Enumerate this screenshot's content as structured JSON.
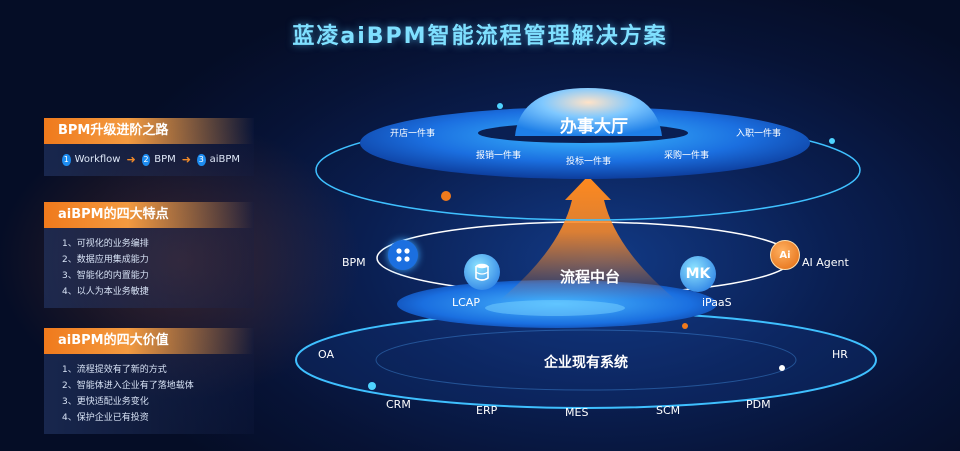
{
  "title": "蓝凌aiBPM智能流程管理解决方案",
  "panel_path": {
    "heading": "BPM升级进阶之路",
    "steps": [
      {
        "num": "1",
        "label": "Workflow"
      },
      {
        "num": "2",
        "label": "BPM"
      },
      {
        "num": "3",
        "label": "aiBPM"
      }
    ]
  },
  "panel_features": {
    "heading": "aiBPM的四大特点",
    "items": [
      "1、可视化的业务编排",
      "2、数据应用集成能力",
      "3、智能化的内置能力",
      "4、以人为本业务敏捷"
    ]
  },
  "panel_values": {
    "heading": "aiBPM的四大价值",
    "items": [
      "1、流程提效有了新的方式",
      "2、智能体进入企业有了落地载体",
      "3、更快适配业务变化",
      "4、保护企业已有投资"
    ]
  },
  "top_layer": {
    "center": "办事大厅",
    "items": [
      "开店一件事",
      "入职一件事",
      "报销一件事",
      "投标一件事",
      "采购一件事"
    ]
  },
  "middle_layer": {
    "center": "流程中台",
    "left": "BPM",
    "right": "AI Agent",
    "lcap": "LCAP",
    "ipaas": "iPaaS",
    "mk_badge": "MK",
    "ai_badge": "Ai"
  },
  "bottom_layer": {
    "center": "企业现有系统",
    "items": [
      "OA",
      "HR",
      "CRM",
      "ERP",
      "MES",
      "SCM",
      "PDM"
    ]
  },
  "colors": {
    "accent_orange": "#f07a1c",
    "cyan": "#4fd3ff",
    "blue": "#1d8cf0"
  }
}
